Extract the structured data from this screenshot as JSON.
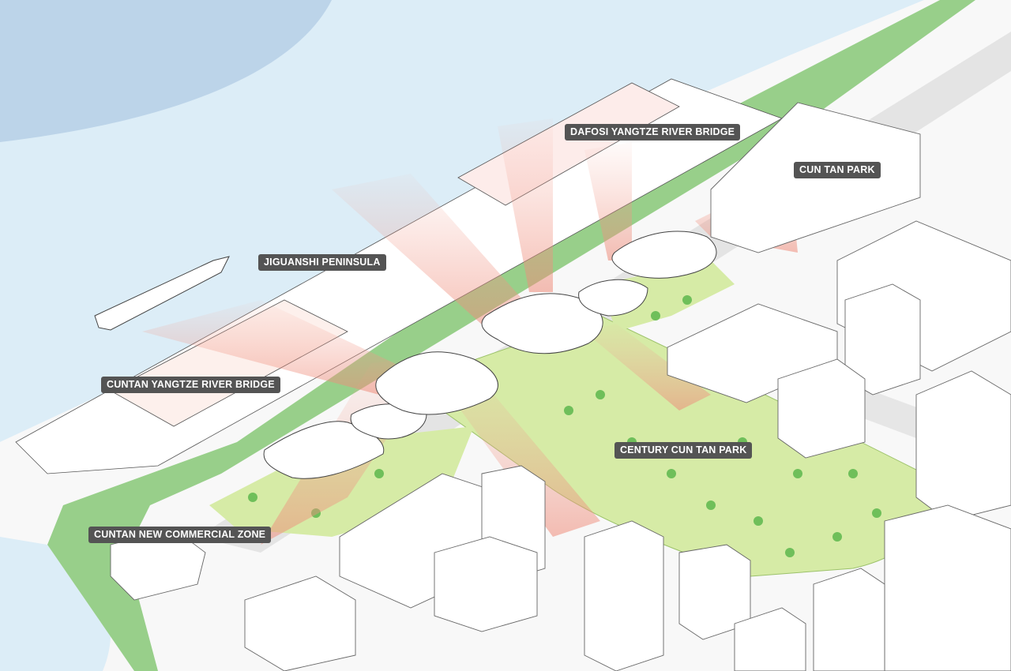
{
  "labels": {
    "dafosi_bridge": "DAFOSI YANGTZE RIVER BRIDGE",
    "cun_tan_park": "CUN TAN PARK",
    "jiguanshi": "JIGUANSHI PENINSULA",
    "cuntan_bridge": "CUNTAN YANGTZE RIVER BRIDGE",
    "century_park": "CENTURY CUN TAN PARK",
    "commercial_zone": "CUNTAN NEW COMMERCIAL ZONE"
  },
  "colors": {
    "river": "#dcedf7",
    "deep_river": "#b9d3e8",
    "bank_green": "#98cf8a",
    "park_green": "#d6eba6",
    "beam": "#f4a89a",
    "label_bg": "#545454"
  }
}
